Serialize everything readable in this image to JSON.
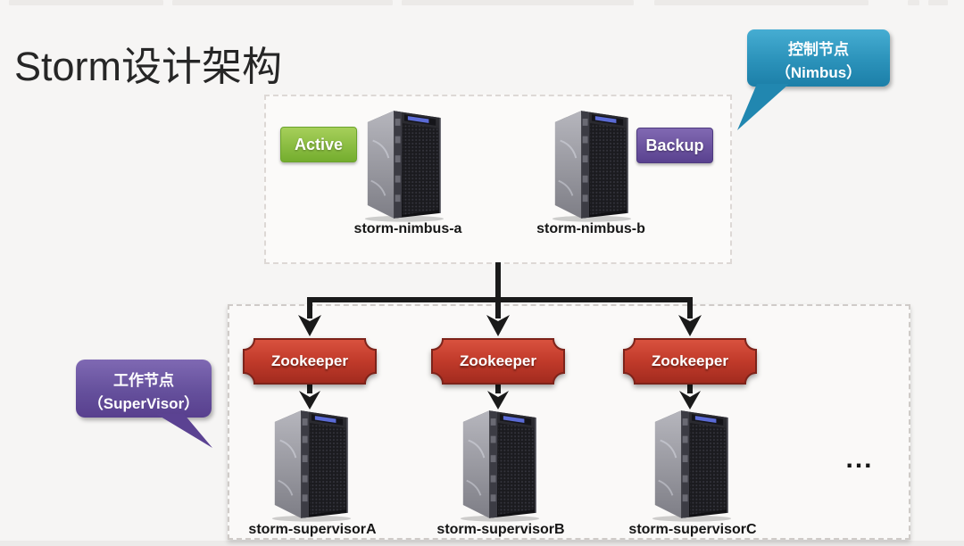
{
  "title": "Storm设计架构",
  "callouts": {
    "control": {
      "line1": "控制节点",
      "line2": "（Nimbus）"
    },
    "worker": {
      "line1": "工作节点",
      "line2": "（SuperVisor）"
    }
  },
  "nimbus": {
    "servers": [
      {
        "name": "storm-nimbus-a",
        "badge": "Active"
      },
      {
        "name": "storm-nimbus-b",
        "badge": "Backup"
      }
    ]
  },
  "zookeepers": [
    {
      "label": "Zookeeper"
    },
    {
      "label": "Zookeeper"
    },
    {
      "label": "Zookeeper"
    }
  ],
  "supervisors": [
    {
      "name": "storm-supervisorA"
    },
    {
      "name": "storm-supervisorB"
    },
    {
      "name": "storm-supervisorC"
    }
  ],
  "ellipsis": "...",
  "colors": {
    "background": "#f6f5f4",
    "control_callout": "#2b92ba",
    "worker_callout": "#65509c",
    "active_badge": "#74ad2e",
    "backup_badge": "#6b4c9f",
    "zookeeper_red": "#bf3a2b",
    "arrow_black": "#1a1a1a"
  }
}
